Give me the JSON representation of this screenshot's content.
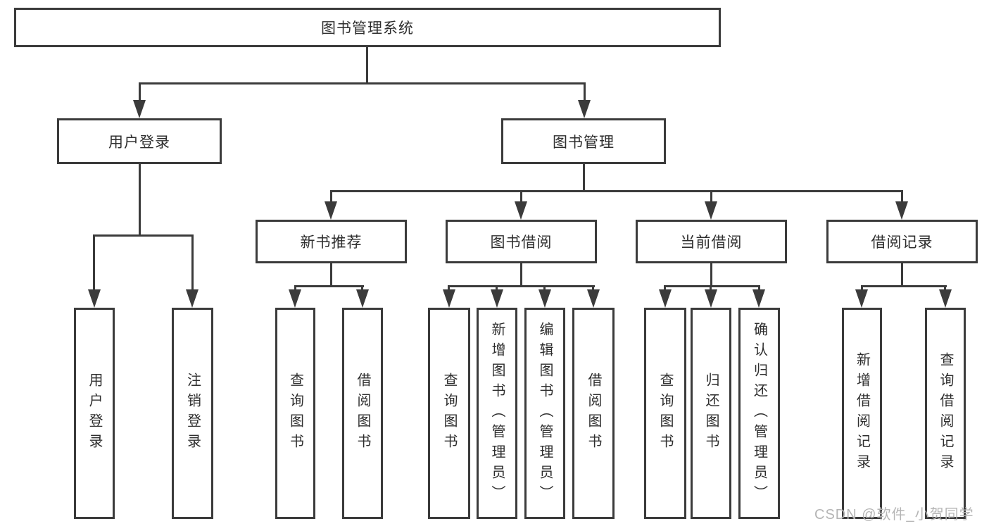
{
  "diagram": {
    "root": {
      "label": "图书管理系统"
    },
    "branches": [
      {
        "label": "用户登录",
        "children": [
          {
            "label": "用户登录"
          },
          {
            "label": "注销登录"
          }
        ]
      },
      {
        "label": "图书管理",
        "children": [
          {
            "label": "新书推荐",
            "children": [
              {
                "label": "查询图书"
              },
              {
                "label": "借阅图书"
              }
            ]
          },
          {
            "label": "图书借阅",
            "children": [
              {
                "label": "查询图书"
              },
              {
                "label": "新增图书（管理员）"
              },
              {
                "label": "编辑图书（管理员）"
              },
              {
                "label": "借阅图书"
              }
            ]
          },
          {
            "label": "当前借阅",
            "children": [
              {
                "label": "查询图书"
              },
              {
                "label": "归还图书"
              },
              {
                "label": "确认归还（管理员）"
              }
            ]
          },
          {
            "label": "借阅记录",
            "children": [
              {
                "label": "新增借阅记录"
              },
              {
                "label": "查询借阅记录"
              }
            ]
          }
        ]
      }
    ]
  },
  "watermark": "CSDN @软件_小贺同学",
  "colors": {
    "line": "#3b3b3b",
    "text": "#2e2e2e",
    "watermark": "#b5b5b5",
    "background": "#ffffff"
  }
}
